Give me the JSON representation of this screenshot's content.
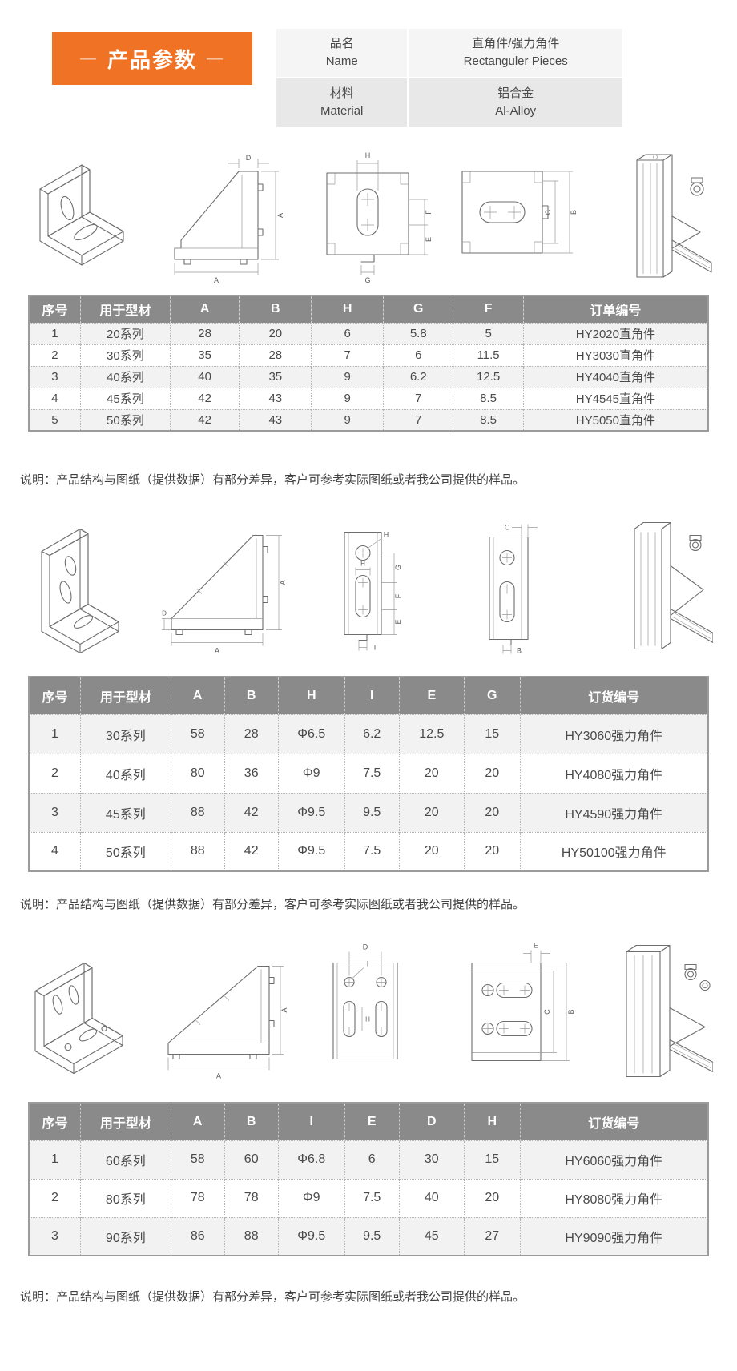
{
  "banner": {
    "label": "产品参数",
    "dash": "—"
  },
  "info": {
    "name_zh": "品名",
    "name_en": "Name",
    "name_value_zh": "直角件/强力角件",
    "name_value_en": "Rectanguler Pieces",
    "material_zh": "材料",
    "material_en": "Material",
    "material_value_zh": "铝合金",
    "material_value_en": "Al-Alloy"
  },
  "note_text": "说明：产品结构与图纸（提供数据）有部分差异，客户可参考实际图纸或者我公司提供的样品。",
  "colors": {
    "accent_orange": "#F07325",
    "table_header_bg": "#8A8A8A",
    "row_alt_bg": "#F2F2F2",
    "border_gray": "#9B9B9B"
  },
  "tables": {
    "t1": {
      "headers": [
        "序号",
        "用于型材",
        "A",
        "B",
        "H",
        "G",
        "F",
        "订单编号"
      ],
      "rows": [
        [
          "1",
          "20系列",
          "28",
          "20",
          "6",
          "5.8",
          "5",
          "HY2020直角件"
        ],
        [
          "2",
          "30系列",
          "35",
          "28",
          "7",
          "6",
          "11.5",
          "HY3030直角件"
        ],
        [
          "3",
          "40系列",
          "40",
          "35",
          "9",
          "6.2",
          "12.5",
          "HY4040直角件"
        ],
        [
          "4",
          "45系列",
          "42",
          "43",
          "9",
          "7",
          "8.5",
          "HY4545直角件"
        ],
        [
          "5",
          "50系列",
          "42",
          "43",
          "9",
          "7",
          "8.5",
          "HY5050直角件"
        ]
      ]
    },
    "t2": {
      "headers": [
        "序号",
        "用于型材",
        "A",
        "B",
        "H",
        "I",
        "E",
        "G",
        "订货编号"
      ],
      "rows": [
        [
          "1",
          "30系列",
          "58",
          "28",
          "Φ6.5",
          "6.2",
          "12.5",
          "15",
          "HY3060强力角件"
        ],
        [
          "2",
          "40系列",
          "80",
          "36",
          "Φ9",
          "7.5",
          "20",
          "20",
          "HY4080强力角件"
        ],
        [
          "3",
          "45系列",
          "88",
          "42",
          "Φ9.5",
          "9.5",
          "20",
          "20",
          "HY4590强力角件"
        ],
        [
          "4",
          "50系列",
          "88",
          "42",
          "Φ9.5",
          "7.5",
          "20",
          "20",
          "HY50100强力角件"
        ]
      ]
    },
    "t3": {
      "headers": [
        "序号",
        "用于型材",
        "A",
        "B",
        "I",
        "E",
        "D",
        "H",
        "订货编号"
      ],
      "rows": [
        [
          "1",
          "60系列",
          "58",
          "60",
          "Φ6.8",
          "6",
          "30",
          "15",
          "HY6060强力角件"
        ],
        [
          "2",
          "80系列",
          "78",
          "78",
          "Φ9",
          "7.5",
          "40",
          "20",
          "HY8080强力角件"
        ],
        [
          "3",
          "90系列",
          "86",
          "88",
          "Φ9.5",
          "9.5",
          "45",
          "27",
          "HY9090强力角件"
        ]
      ]
    }
  },
  "dims": {
    "s1": {
      "d": "D",
      "a_v": "A",
      "a_h": "A",
      "h": "H",
      "f": "F",
      "e": "E",
      "g": "G",
      "c": "C",
      "b": "B"
    },
    "s2": {
      "d": "D",
      "a_v": "A",
      "a_h": "A",
      "h_leader": "H",
      "h_w": "H",
      "g": "G",
      "f": "F",
      "e": "E",
      "i": "I",
      "c": "C",
      "b": "B"
    },
    "s3": {
      "a_v": "A",
      "a_h": "A",
      "d": "D",
      "i": "I",
      "h": "H",
      "e": "E",
      "c": "C",
      "b": "B"
    }
  }
}
